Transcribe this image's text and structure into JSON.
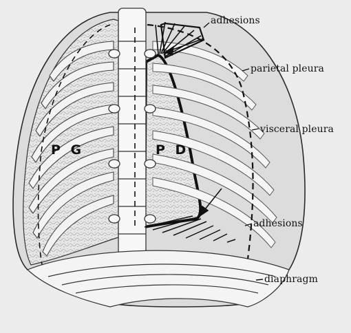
{
  "labels": {
    "adhesions_top": "adhesions",
    "parietal_pleura": "parietal pleura",
    "visceral_pleura": "visceral pleura",
    "adhesions_bottom": "adhesions",
    "diaphragm": "diaphragm"
  },
  "regions": {
    "left": "P G",
    "right": "P D"
  }
}
